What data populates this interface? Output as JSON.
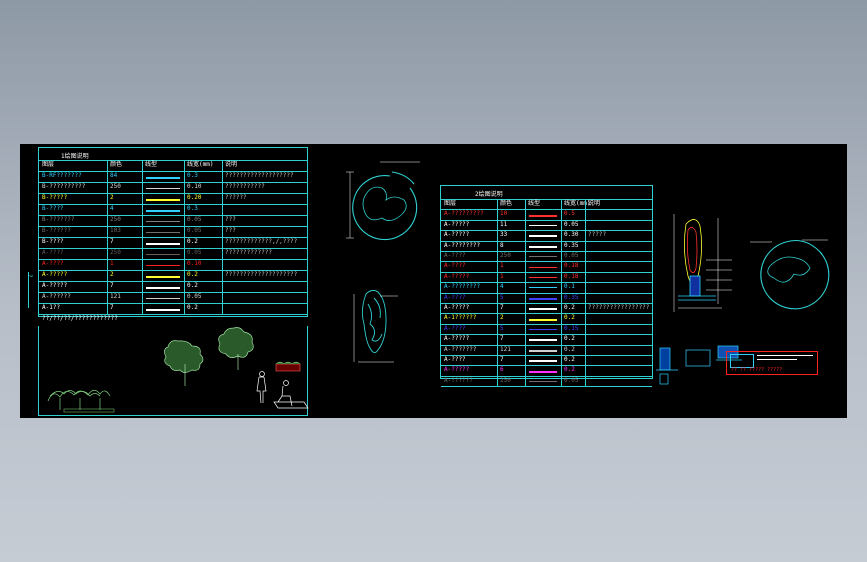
{
  "left_table": {
    "title": "1绘图说明",
    "headers": [
      "图层",
      "颜色",
      "线型",
      "线宽(mm)",
      "说明"
    ],
    "rows": [
      {
        "layer": "B-RF???????",
        "color": "84",
        "width": "0.3",
        "note": "???????????????????",
        "c": "#2fd0ff"
      },
      {
        "layer": "B-??????????",
        "color": "250",
        "width": "0.10",
        "note": "???????????",
        "c": "#d8d8d8"
      },
      {
        "layer": "B-?????",
        "color": "2",
        "width": "0.20",
        "note": "??????",
        "c": "#ffff30"
      },
      {
        "layer": "B-????",
        "color": "4",
        "width": "0.3",
        "note": "",
        "c": "#2fd0ff"
      },
      {
        "layer": "B-???????",
        "color": "250",
        "width": "0.05",
        "note": "???",
        "c": "#808080"
      },
      {
        "layer": "B-??????",
        "color": "103",
        "width": "0.05",
        "note": "???",
        "c": "#707070"
      },
      {
        "layer": "B-????",
        "color": "7",
        "width": "0.2",
        "note": "?????????????,/,????",
        "c": "#ffffff"
      },
      {
        "layer": "A-????",
        "color": "250",
        "width": "0.05",
        "note": "?????????????",
        "c": "#606060"
      },
      {
        "layer": "A-????",
        "color": "1",
        "width": "0.10",
        "note": "",
        "c": "#ff2020"
      },
      {
        "layer": "A-?????",
        "color": "2",
        "width": "0.2",
        "note": "????????????????????",
        "c": "#ffff30"
      },
      {
        "layer": "A-?????",
        "color": "7",
        "width": "0.2",
        "note": "",
        "c": "#ffffff"
      },
      {
        "layer": "A-??????",
        "color": "121",
        "width": "0.05",
        "note": "",
        "c": "#d0d0d0"
      },
      {
        "layer": "A-1??",
        "color": "7",
        "width": "0.2",
        "note": "",
        "c": "#ffffff"
      }
    ],
    "footer": "??/??/??/????????????"
  },
  "right_table": {
    "title": "2绘图说明",
    "headers": [
      "图层",
      "颜色",
      "线型",
      "线宽(mm)",
      "说明"
    ],
    "rows": [
      {
        "layer": "A-?????????",
        "color": "10",
        "width": "0.5",
        "note": "",
        "c": "#ff3030"
      },
      {
        "layer": "A-?????",
        "color": "11",
        "width": "0.05",
        "note": "",
        "c": "#ffffff"
      },
      {
        "layer": "A-?????",
        "color": "33",
        "width": "0.30",
        "note": "?????",
        "c": "#ffffff"
      },
      {
        "layer": "A-????????",
        "color": "8",
        "width": "0.35",
        "note": "",
        "c": "#ffffff"
      },
      {
        "layer": "A-????",
        "color": "250",
        "width": "0.05",
        "note": "",
        "c": "#707070"
      },
      {
        "layer": "A-????",
        "color": "1",
        "width": "0.18",
        "note": "",
        "c": "#ff3030"
      },
      {
        "layer": "A-?????",
        "color": "1",
        "width": "0.18",
        "note": "",
        "c": "#ff3030"
      },
      {
        "layer": "A-????????",
        "color": "4",
        "width": "0.1",
        "note": "",
        "c": "#2fd0ff"
      },
      {
        "layer": "A-????",
        "color": "5",
        "width": "0.35",
        "note": "",
        "c": "#4040ff"
      },
      {
        "layer": "A-?????",
        "color": "7",
        "width": "0.2",
        "note": "?????????????????",
        "c": "#ffffff"
      },
      {
        "layer": "A-1??????",
        "color": "2",
        "width": "0.2",
        "note": "",
        "c": "#ffff30"
      },
      {
        "layer": "A-????",
        "color": "5",
        "width": "0.15",
        "note": "",
        "c": "#4040ff"
      },
      {
        "layer": "A-?????",
        "color": "7",
        "width": "0.2",
        "note": "",
        "c": "#ffffff"
      },
      {
        "layer": "A-???????",
        "color": "121",
        "width": "0.2",
        "note": "",
        "c": "#d0d0d0"
      },
      {
        "layer": "A-????",
        "color": "7",
        "width": "0.2",
        "note": "",
        "c": "#ffffff"
      },
      {
        "layer": "A-?????",
        "color": "6",
        "width": "0.2",
        "note": "",
        "c": "#ff30ff"
      },
      {
        "layer": "A-??????",
        "color": "250",
        "width": "0.05",
        "note": "",
        "c": "#707070"
      }
    ]
  },
  "legend_callouts": {
    "left_marker": "?",
    "detail_block_label": "?? ?? ????? ?????"
  },
  "colors": {
    "cad_background": "#000000",
    "table_line": "#2fd0d0",
    "app_background_top": "#8e99a6",
    "app_background_bottom": "#c6ccd4",
    "accent_red": "#ff2020",
    "accent_yellow": "#ffff30"
  }
}
